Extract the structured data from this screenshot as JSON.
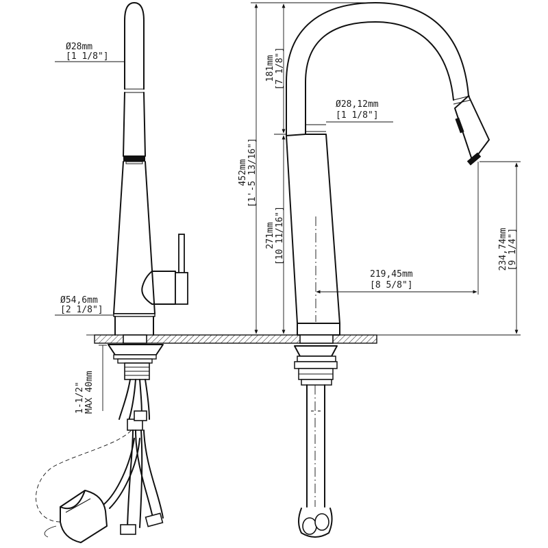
{
  "dimensions": {
    "spout_top_diameter": {
      "metric": "Ø28mm",
      "imperial": "[1 1/8\"]"
    },
    "base_diameter": {
      "metric": "Ø54,6mm",
      "imperial": "[2 1/8\"]"
    },
    "max_deck_thickness": {
      "metric": "1-1/2\"",
      "imperial": "MAX 40mm"
    },
    "overall_height": {
      "metric": "452mm",
      "imperial": "[1'-5 13/16\"]"
    },
    "spout_arc_height": {
      "metric": "181mm",
      "imperial": "[7 1/8\"]"
    },
    "body_height": {
      "metric": "271mm",
      "imperial": "[10 11/16\"]"
    },
    "body_diameter": {
      "metric": "Ø28,12mm",
      "imperial": "[1 1/8\"]"
    },
    "spout_reach": {
      "metric": "219,45mm",
      "imperial": "[8 5/8\"]"
    },
    "spout_clearance": {
      "metric": "234,74mm",
      "imperial": "[9 1/4\"]"
    }
  }
}
